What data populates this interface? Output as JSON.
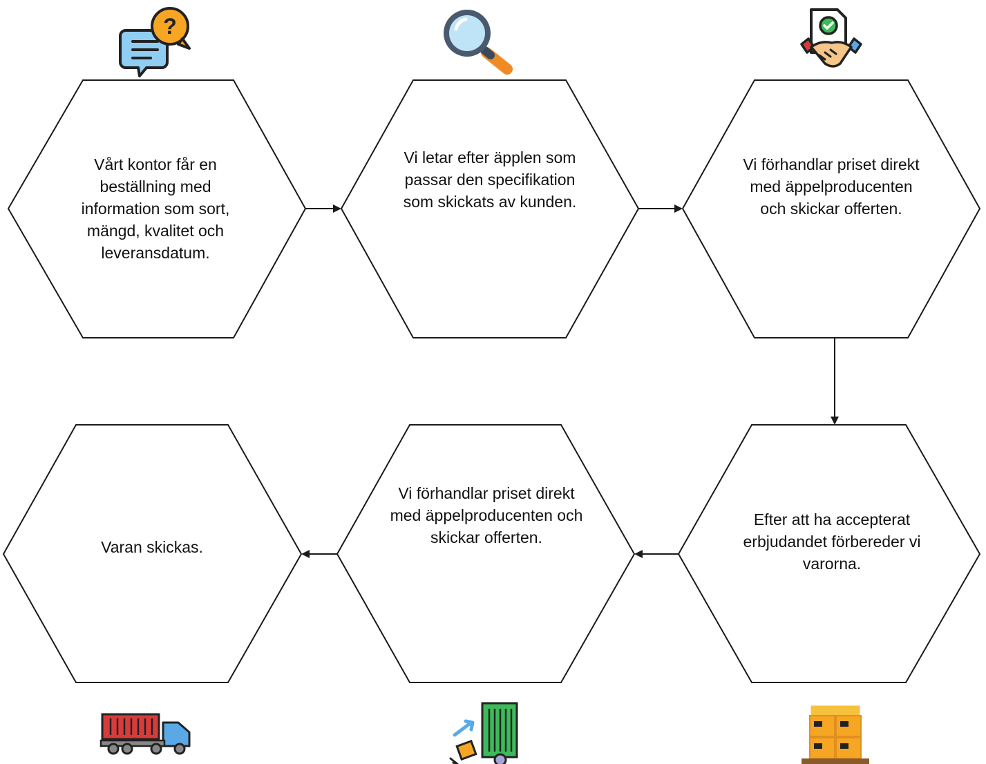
{
  "steps": [
    {
      "id": "step-1",
      "text": "Vårt kontor får en\nbeställning med\ninformation som sort,\nmängd, kvalitet och\nleveransdatum.",
      "icon": "question-chat-icon"
    },
    {
      "id": "step-2",
      "text": "Vi letar efter äpplen som\npassar den specifikation\nsom skickats av kunden.",
      "icon": "magnifier-icon"
    },
    {
      "id": "step-3",
      "text": "Vi förhandlar priset direkt\nmed äppelproducenten\noch skickar offerten.",
      "icon": "handshake-contract-icon"
    },
    {
      "id": "step-4",
      "text": "Efter att ha accepterat\nerbjudandet förbereder vi\nvarorna.",
      "icon": "pallet-boxes-icon"
    },
    {
      "id": "step-5",
      "text": "Vi förhandlar priset direkt\nmed äppelproducenten och\nskickar offerten.",
      "icon": "container-loading-icon"
    },
    {
      "id": "step-6",
      "text": "Varan skickas.",
      "icon": "container-truck-icon"
    }
  ],
  "connectors": [
    {
      "from": "step-1",
      "to": "step-2"
    },
    {
      "from": "step-2",
      "to": "step-3"
    },
    {
      "from": "step-3",
      "to": "step-4"
    },
    {
      "from": "step-4",
      "to": "step-5"
    },
    {
      "from": "step-5",
      "to": "step-6"
    }
  ],
  "colors": {
    "stroke": "#1a1a1a",
    "text": "#111111",
    "icon_orange": "#f6a623",
    "icon_blue": "#5aa9e6",
    "icon_red": "#d93b3b",
    "icon_green": "#3dbb5a",
    "icon_dark": "#222222"
  }
}
